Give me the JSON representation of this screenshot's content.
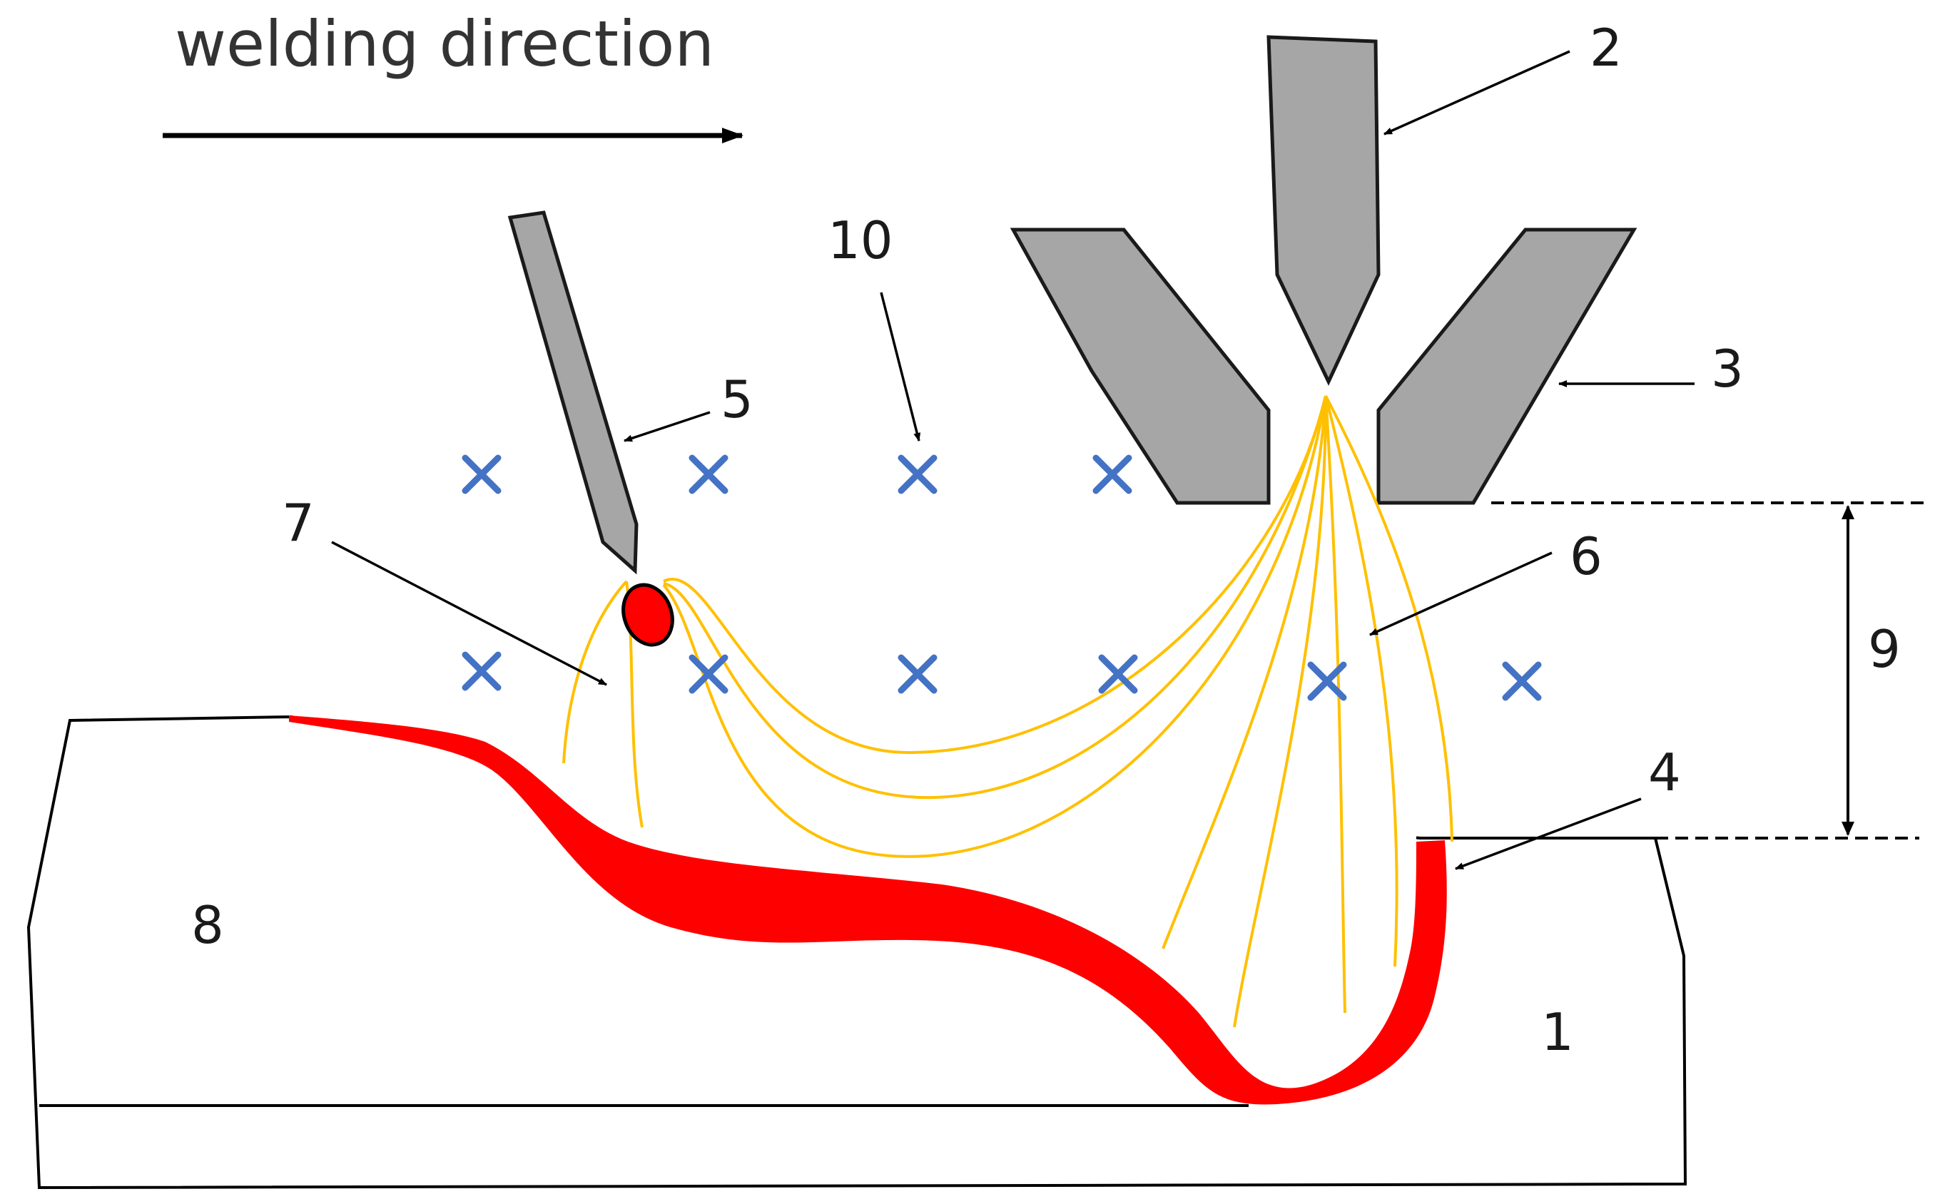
{
  "title": "welding direction",
  "labels": {
    "workpiece": "1",
    "tungsten_electrode": "2",
    "nozzle": "3",
    "keyhole_front": "4",
    "filler_wire": "5",
    "arc": "6",
    "droplet": "7",
    "weld_bead": "8",
    "arc_length": "9",
    "magnetic_field": "10"
  },
  "colors": {
    "electrode_fill": "#a6a6a6",
    "molten_metal": "#ff0000",
    "arc_lines": "#ffc000",
    "field_marks": "#4472c4",
    "outline": "#000000"
  },
  "field_marker_icon": "cross-icon"
}
